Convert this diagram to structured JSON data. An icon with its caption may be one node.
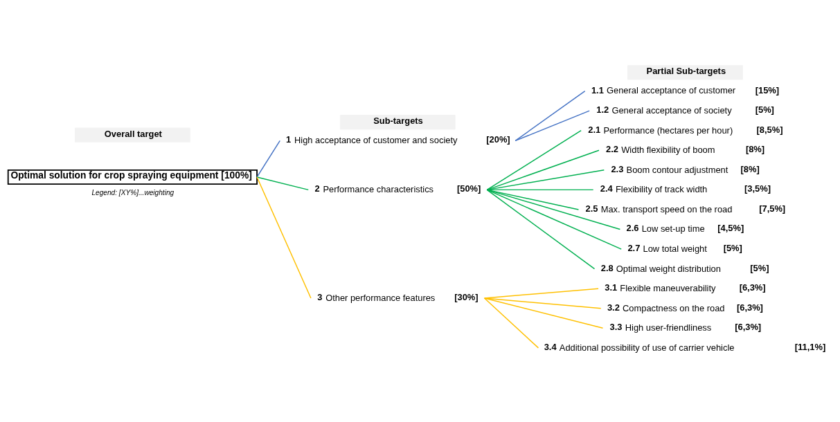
{
  "diagram": {
    "nodes": [
      {
        "text": [
          "Optimal solution for crop spraying equipment [100%]"
        ]
      },
      {
        "text": [
          "1 High acceptance of customer and society [20%]"
        ]
      },
      {
        "text": [
          "2 Performance characteristics [50%]"
        ]
      },
      {
        "text": [
          "3 Other performance features [30%]"
        ]
      },
      {
        "text": [
          "1.1 General acceptance of customer [15%]"
        ]
      },
      {
        "text": [
          "1.2 General acceptance of society [5%]"
        ]
      },
      {
        "text": [
          "2.1 Performance (hectares per hour) [8,5%]"
        ]
      },
      {
        "text": [
          "2.2 Width flexibility of boom [8%]"
        ]
      },
      {
        "text": [
          "2.3 Boom contour adjustment [8%]"
        ]
      },
      {
        "text": [
          "2.4 Flexibility of track width [3,5%]"
        ]
      },
      {
        "text": [
          "2.5 Max. transport speed on the road [7,5%]"
        ]
      },
      {
        "text": [
          "2.6 Low set-up time [4,5%]"
        ]
      },
      {
        "text": [
          "2.7 Low total weight [5%]"
        ]
      },
      {
        "text": [
          "2.8 Optimal weight distribution [5%]"
        ]
      },
      {
        "text": [
          "3.1 Flexible maneuverability [6,3%]"
        ]
      },
      {
        "text": [
          "3.2 Compactness on the road [6,3%]"
        ]
      },
      {
        "text": [
          "3.3 High user-friendliness [6,3%]"
        ]
      },
      {
        "text": [
          "3.4 Additional possibility of use of carrier vehicle [11,1%]"
        ]
      }
    ],
    "edges": [
      {
        "from": 0,
        "to": 1,
        "arrow": "none",
        "color": "#4472c4"
      },
      {
        "from": 0,
        "to": 2,
        "arrow": "none"
      },
      {
        "from": 0,
        "to": 3,
        "arrow": "none",
        "color": "#ffc000"
      },
      {
        "from": 1,
        "to": 4,
        "arrow": "none",
        "color": "#4472c4"
      },
      {
        "from": 1,
        "to": 5,
        "arrow": "none",
        "color": "#4472c4"
      },
      {
        "from": 2,
        "to": 6,
        "arrow": "none"
      },
      {
        "from": 2,
        "to": 7,
        "arrow": "none"
      },
      {
        "from": 2,
        "to": 8,
        "arrow": "none"
      },
      {
        "from": 2,
        "to": 9,
        "arrow": "none"
      },
      {
        "from": 2,
        "to": 10,
        "arrow": "none"
      },
      {
        "from": 2,
        "to": 11,
        "arrow": "none"
      },
      {
        "from": 2,
        "to": 12,
        "arrow": "none"
      },
      {
        "from": 2,
        "to": 13,
        "arrow": "none"
      },
      {
        "from": 3,
        "to": 14,
        "arrow": "none",
        "color": "#ffc000"
      },
      {
        "from": 3,
        "to": 15,
        "arrow": "none",
        "color": "#ffc000"
      },
      {
        "from": 3,
        "to": 16,
        "arrow": "none",
        "color": "#ffc000"
      },
      {
        "from": 3,
        "to": 17,
        "arrow": "none",
        "color": "#ffc000"
      }
    ],
    "labels": [
      "Overall target",
      "Sub-targets",
      "Partial Sub-targets",
      "Legend: [XY%]...weighting"
    ]
  }
}
